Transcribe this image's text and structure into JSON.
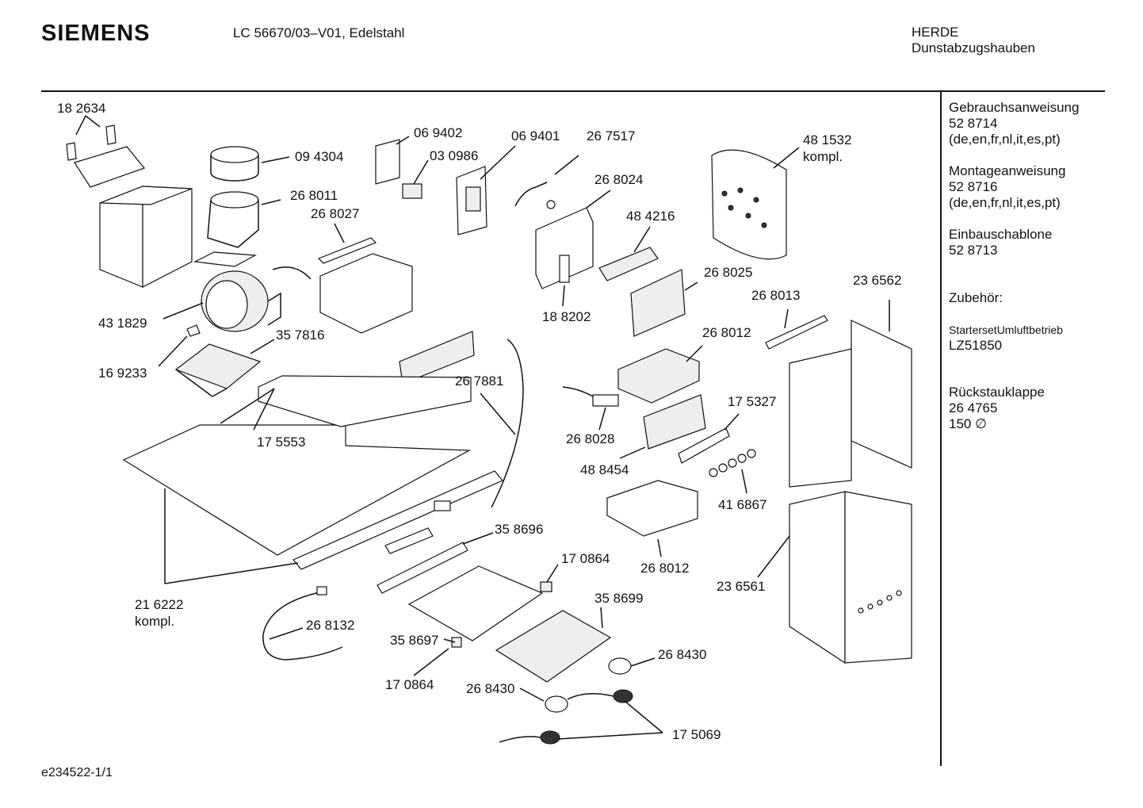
{
  "header": {
    "brand": "SIEMENS",
    "model": "LC 56670/03–V01, Edelstahl",
    "category": "HERDE",
    "subcategory": "Dunstabzugshauben"
  },
  "sidebar": {
    "items": [
      {
        "title": "Gebrauchsanweisung",
        "number": "52 8714",
        "languages": "(de,en,fr,nl,it,es,pt)"
      },
      {
        "title": "Montageanweisung",
        "number": "52 8716",
        "languages": "(de,en,fr,nl,it,es,pt)"
      },
      {
        "title": "Einbauschablone",
        "number": "52 8713"
      },
      {
        "title": "Zubehör:"
      },
      {
        "title": "StartersetUmluftbetrieb",
        "number": "LZ51850"
      },
      {
        "title": "Rückstauklappe",
        "number": "26 4765",
        "extra": "150 ∅"
      }
    ]
  },
  "parts": [
    {
      "label": "18 2634"
    },
    {
      "label": "09 4304"
    },
    {
      "label": "26 8011"
    },
    {
      "label": "26 8027"
    },
    {
      "label": "06 9402"
    },
    {
      "label": "03 0986"
    },
    {
      "label": "06 9401"
    },
    {
      "label": "26 7517"
    },
    {
      "label": "26 8024"
    },
    {
      "label": "48 4216"
    },
    {
      "label": "48 1532"
    },
    {
      "label": "kompl."
    },
    {
      "label": "43 1829"
    },
    {
      "label": "35 7816"
    },
    {
      "label": "16 9233"
    },
    {
      "label": "18 8202"
    },
    {
      "label": "26 8025"
    },
    {
      "label": "23 6562"
    },
    {
      "label": "26 8013"
    },
    {
      "label": "26 8012"
    },
    {
      "label": "26 7881"
    },
    {
      "label": "17 5553"
    },
    {
      "label": "17 5327"
    },
    {
      "label": "26 8028"
    },
    {
      "label": "48 8454"
    },
    {
      "label": "41 6867"
    },
    {
      "label": "35 8696"
    },
    {
      "label": "17 0864"
    },
    {
      "label": "26 8012"
    },
    {
      "label": "23 6561"
    },
    {
      "label": "21 6222"
    },
    {
      "label": "kompl."
    },
    {
      "label": "35 8699"
    },
    {
      "label": "26 8132"
    },
    {
      "label": "35 8697"
    },
    {
      "label": "26 8430"
    },
    {
      "label": "17 0864"
    },
    {
      "label": "26 8430"
    },
    {
      "label": "17 5069"
    }
  ],
  "footer": {
    "code": "e234522-1/1"
  }
}
